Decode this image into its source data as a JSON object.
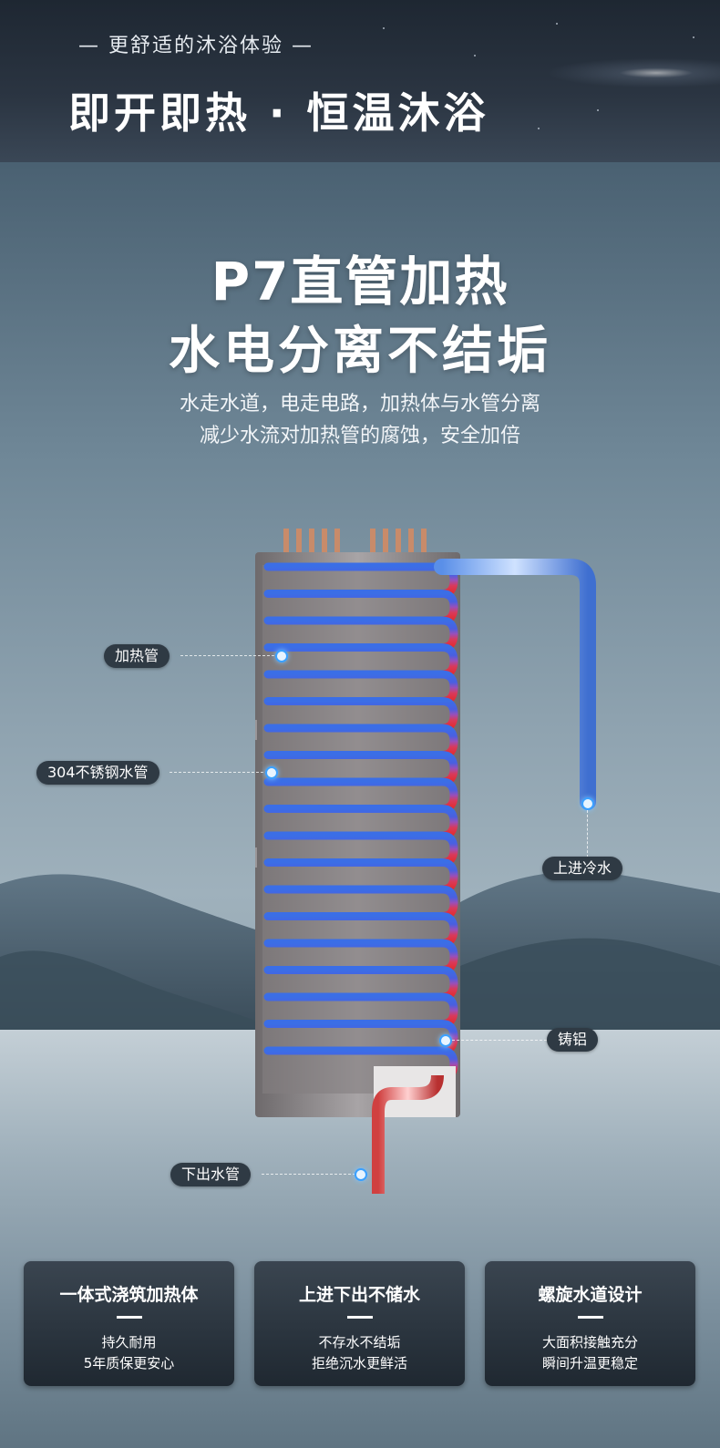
{
  "banner": {
    "subtitle": "— 更舒适的沐浴体验 —",
    "title": "即开即热 · 恒温沐浴"
  },
  "hero": {
    "title_line1": "P7直管加热",
    "title_line2": "水电分离不结垢",
    "desc_line1": "水走水道，电走电路，加热体与水管分离",
    "desc_line2": "减少水流对加热管的腐蚀，安全加倍"
  },
  "labels": {
    "heating_tube": "加热管",
    "steel_pipe": "304不锈钢水管",
    "cold_inlet": "上进冷水",
    "cast_aluminum": "铸铝",
    "outlet_pipe": "下出水管"
  },
  "cards": [
    {
      "title": "一体式浇筑加热体",
      "line1": "持久耐用",
      "line2": "5年质保更安心"
    },
    {
      "title": "上进下出不储水",
      "line1": "不存水不结垢",
      "line2": "拒绝沉水更鲜活"
    },
    {
      "title": "螺旋水道设计",
      "line1": "大面积接触充分",
      "line2": "瞬间升温更稳定"
    }
  ],
  "colors": {
    "cold": "#3b6ee6",
    "hot": "#e52a2a",
    "label_bg": "#2f3a44",
    "marker": "#3aa0ff"
  }
}
